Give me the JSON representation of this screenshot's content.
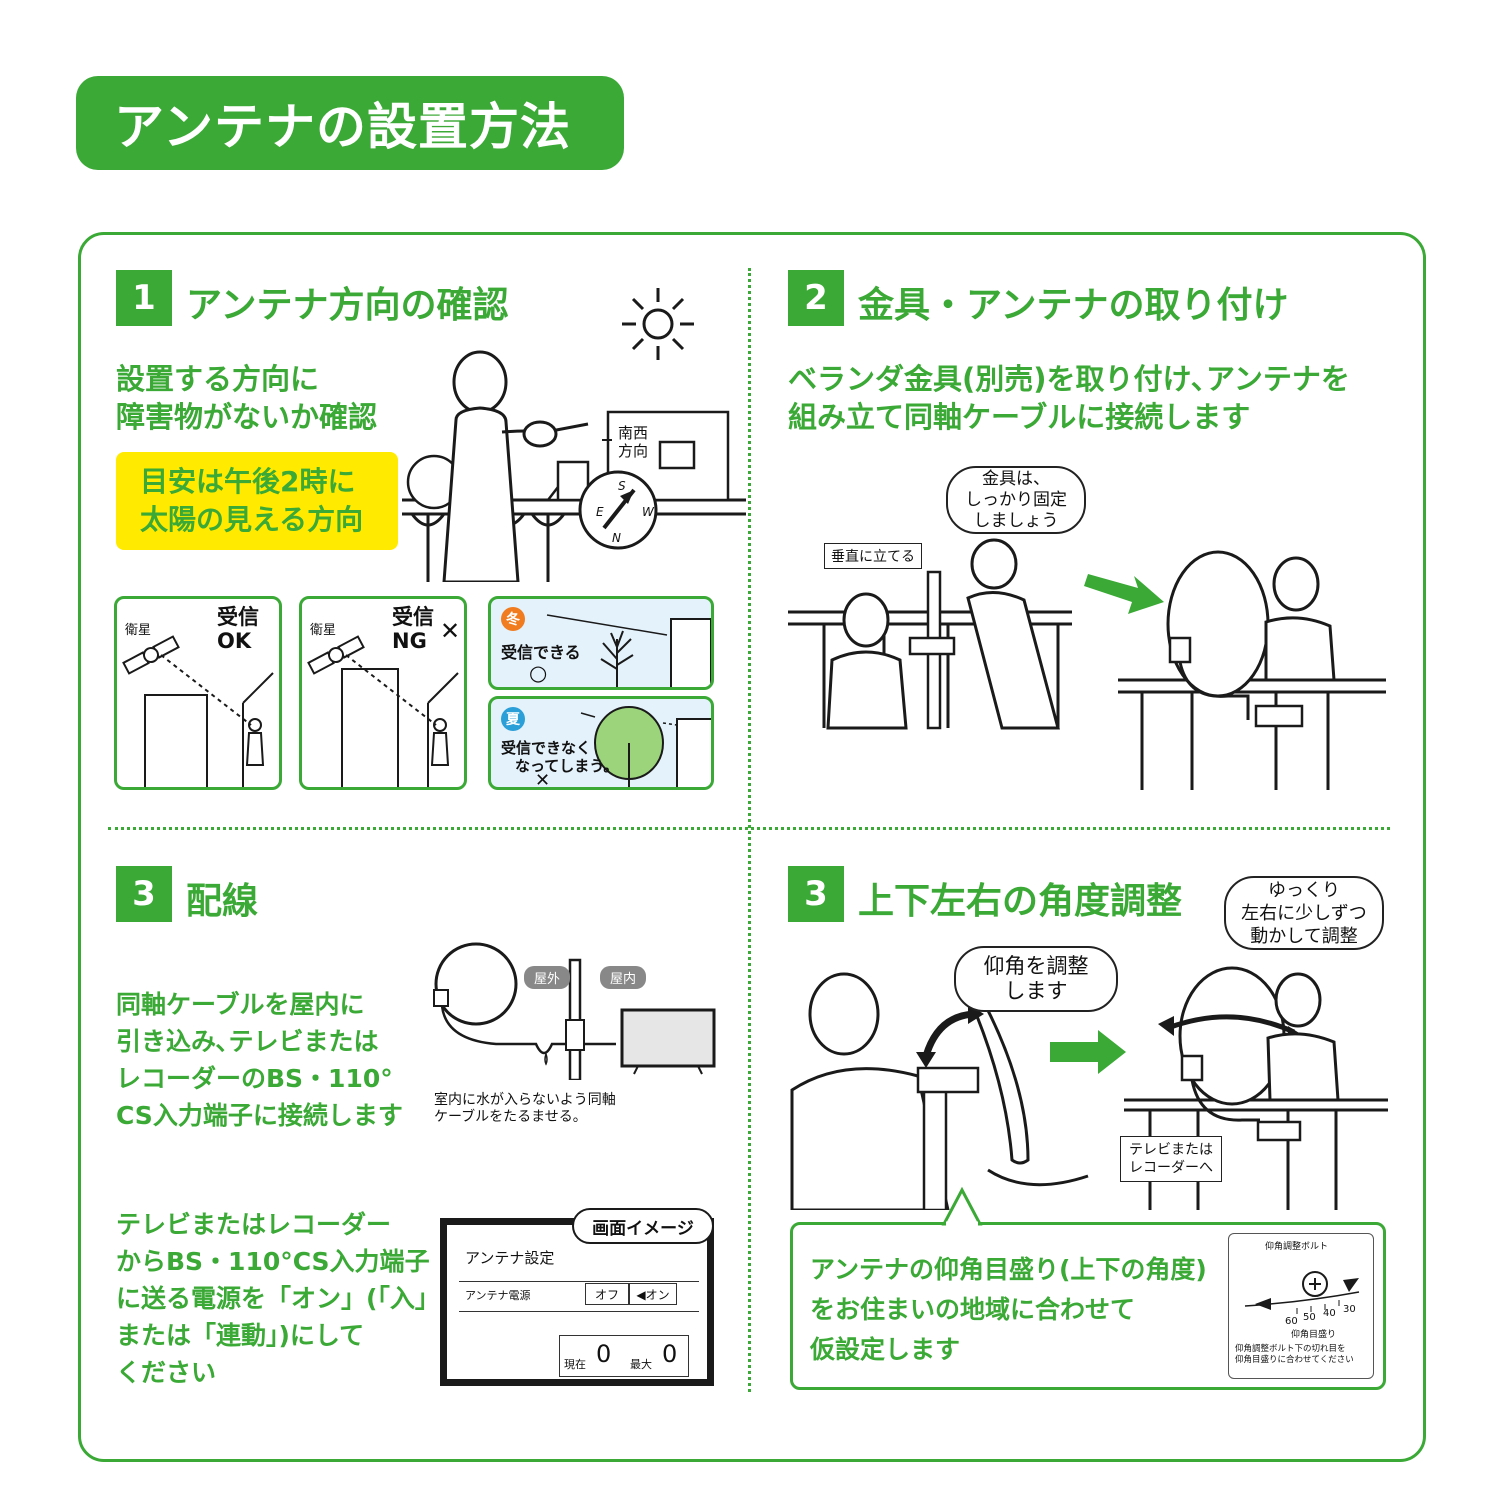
{
  "title": "アンテナの設置方法",
  "steps": [
    {
      "number": "1",
      "heading": "アンテナ方向の確認",
      "text_lines": [
        "設置する方向に",
        "障害物がないか確認"
      ],
      "highlight_lines": [
        "目安は午後2時に",
        "太陽の見える方向"
      ],
      "direction_label": [
        "南西",
        "方向"
      ],
      "compass": {
        "s": "S",
        "n": "N",
        "e": "E",
        "w": "W"
      },
      "panels": {
        "ok": {
          "satellite": "衛星",
          "status": [
            "受信",
            "OK"
          ]
        },
        "ng": {
          "satellite": "衛星",
          "status": [
            "受信",
            "NG"
          ],
          "mark": "✕"
        },
        "winter": {
          "season": "冬",
          "text": [
            "受信できる"
          ],
          "mark": "○"
        },
        "summer": {
          "season": "夏",
          "text": [
            "受信できなく",
            "なってしまう。"
          ],
          "mark": "✕"
        }
      }
    },
    {
      "number": "2",
      "heading": "金具・アンテナの取り付け",
      "text_lines": [
        "ベランダ金具(別売)を取り付け､アンテナを",
        "組み立て同軸ケーブルに接続します"
      ],
      "bubble": [
        "金具は、",
        "しっかり固定",
        "しましょう"
      ],
      "tag": "垂直に立てる"
    },
    {
      "number": "3",
      "heading": "配線",
      "text_lines": [
        "同軸ケーブルを屋内に",
        "引き込み､テレビまたは",
        "レコーダーのBS・110°",
        "CS入力端子に接続します"
      ],
      "outdoor": "屋外",
      "indoor": "屋内",
      "note": [
        "室内に水が入らないよう同軸",
        "ケーブルをたるませる。"
      ],
      "text2_lines": [
        "テレビまたはレコーダー",
        "からBS・110°CS入力端子",
        "に送る電源を「オン」(「入」",
        "または「連動」)にして",
        "ください"
      ],
      "screen": {
        "tag": "画面イメージ",
        "title": "アンテナ設定",
        "row_label": "アンテナ電源",
        "off": "オフ",
        "on": "◀オン",
        "current_label": "現在",
        "current_value": "0",
        "max_label": "最大",
        "max_value": "0"
      }
    },
    {
      "number": "3",
      "heading": "上下左右の角度調整",
      "bubble_elevation": [
        "仰角を調整",
        "します"
      ],
      "bubble_slow": [
        "ゆっくり",
        "左右に少しずつ",
        "動かして調整"
      ],
      "tag": [
        "テレビまたは",
        "レコーダーへ"
      ],
      "callout_lines": [
        "アンテナの仰角目盛り(上下の角度)",
        "をお住まいの地域に合わせて",
        "仮設定します"
      ],
      "scale": {
        "bolt_label": "仰角調整ボルト",
        "ticks": [
          "60",
          "50",
          "40",
          "30"
        ],
        "scale_label": "仰角目盛り",
        "note": [
          "仰角調整ボルト下の切れ目を",
          "仰角目盛りに合わせてください"
        ]
      }
    }
  ],
  "colors": {
    "green": "#3aa935",
    "yellow": "#ffea00",
    "ink": "#1a1a1a",
    "winter": "#f07c1f",
    "summer": "#2a9fd8",
    "tree": "#9bd47a"
  }
}
